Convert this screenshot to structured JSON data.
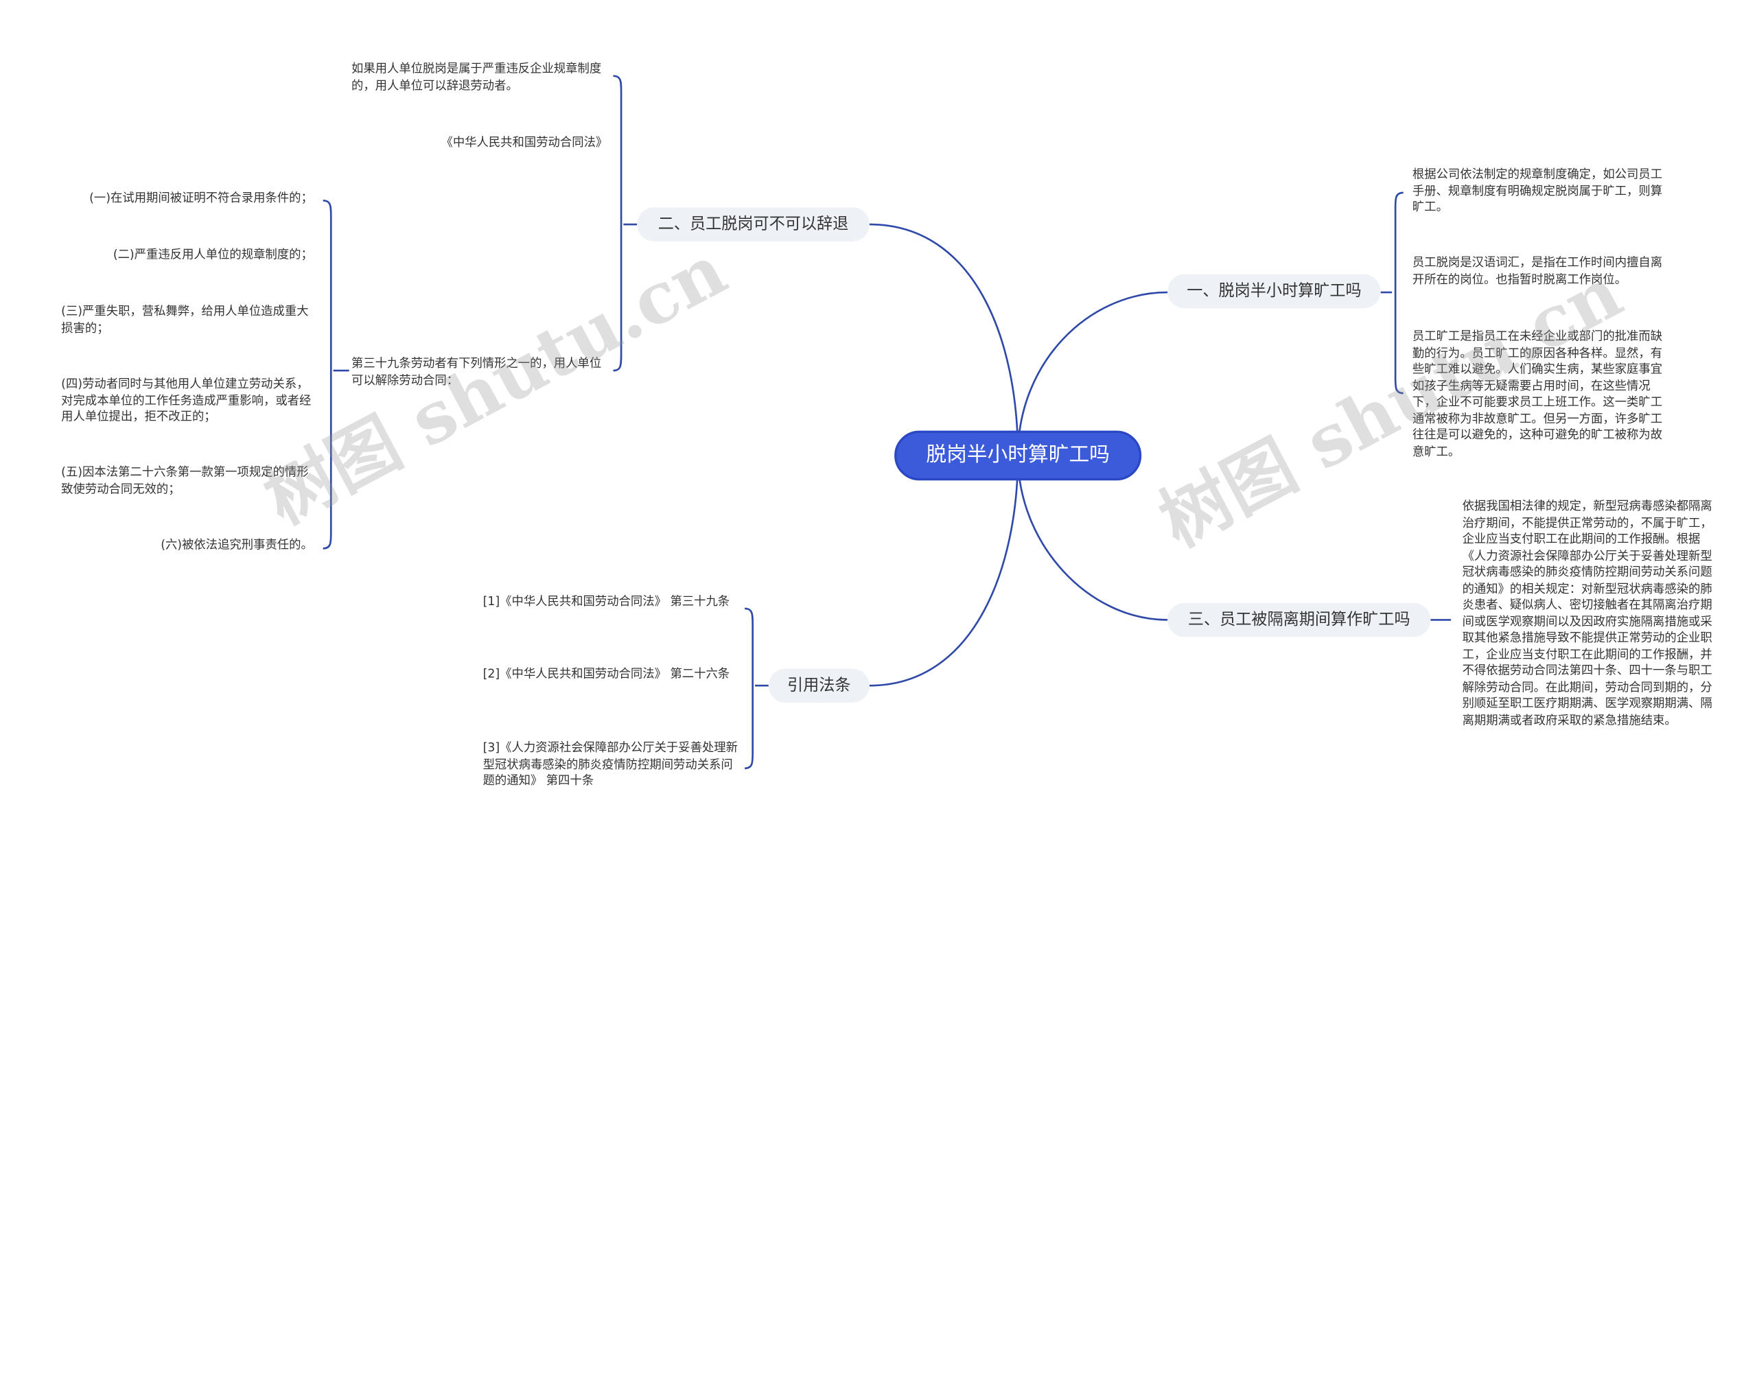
{
  "colors": {
    "accent": "#3b5bdb",
    "line": "#2f49a8",
    "branch_bg": "#eef1f5"
  },
  "root": {
    "label": "脱岗半小时算旷工吗"
  },
  "watermarks": [
    "树图 shutu.cn",
    "树图 shutu.cn"
  ],
  "branches": {
    "b1": {
      "label": "一、脱岗半小时算旷工吗",
      "items": [
        "根据公司依法制定的规章制度确定，如公司员工手册、规章制度有明确规定脱岗属于旷工，则算旷工。",
        "员工脱岗是汉语词汇，是指在工作时间内擅自离开所在的岗位。也指暂时脱离工作岗位。",
        "员工旷工是指员工在未经企业或部门的批准而缺勤的行为。员工旷工的原因各种各样。显然，有些旷工难以避免。人们确实生病，某些家庭事宜如孩子生病等无疑需要占用时间，在这些情况下，企业不可能要求员工上班工作。这一类旷工通常被称为非故意旷工。但另一方面，许多旷工往往是可以避免的，这种可避免的旷工被称为故意旷工。"
      ]
    },
    "b2": {
      "label": "二、员工脱岗可不可以辞退",
      "items": [
        "如果用人单位脱岗是属于严重违反企业规章制度的，用人单位可以辞退劳动者。",
        "《中华人民共和国劳动合同法》",
        "第三十九条劳动者有下列情形之一的，用人单位可以解除劳动合同："
      ],
      "subitems": [
        "(一)在试用期间被证明不符合录用条件的；",
        "(二)严重违反用人单位的规章制度的；",
        "(三)严重失职，营私舞弊，给用人单位造成重大损害的；",
        "(四)劳动者同时与其他用人单位建立劳动关系，对完成本单位的工作任务造成严重影响，或者经用人单位提出，拒不改正的；",
        "(五)因本法第二十六条第一款第一项规定的情形致使劳动合同无效的；",
        "(六)被依法追究刑事责任的。"
      ]
    },
    "b3": {
      "label": "三、员工被隔离期间算作旷工吗",
      "items": [
        "依据我国相法律的规定，新型冠病毒感染都隔离治疗期间，不能提供正常劳动的，不属于旷工，企业应当支付职工在此期间的工作报酬。根据《人力资源社会保障部办公厅关于妥善处理新型冠状病毒感染的肺炎疫情防控期间劳动关系问题的通知》的相关规定：对新型冠状病毒感染的肺炎患者、疑似病人、密切接触者在其隔离治疗期间或医学观察期间以及因政府实施隔离措施或采取其他紧急措施导致不能提供正常劳动的企业职工，企业应当支付职工在此期间的工作报酬，并不得依据劳动合同法第四十条、四十一条与职工解除劳动合同。在此期间，劳动合同到期的，分别顺延至职工医疗期期满、医学观察期期满、隔离期期满或者政府采取的紧急措施结束。"
      ]
    },
    "b4": {
      "label": "引用法条",
      "items": [
        "[1]《中华人民共和国劳动合同法》 第三十九条",
        "[2]《中华人民共和国劳动合同法》 第二十六条",
        "[3]《人力资源社会保障部办公厅关于妥善处理新型冠状病毒感染的肺炎疫情防控期间劳动关系问题的通知》 第四十条"
      ]
    }
  }
}
